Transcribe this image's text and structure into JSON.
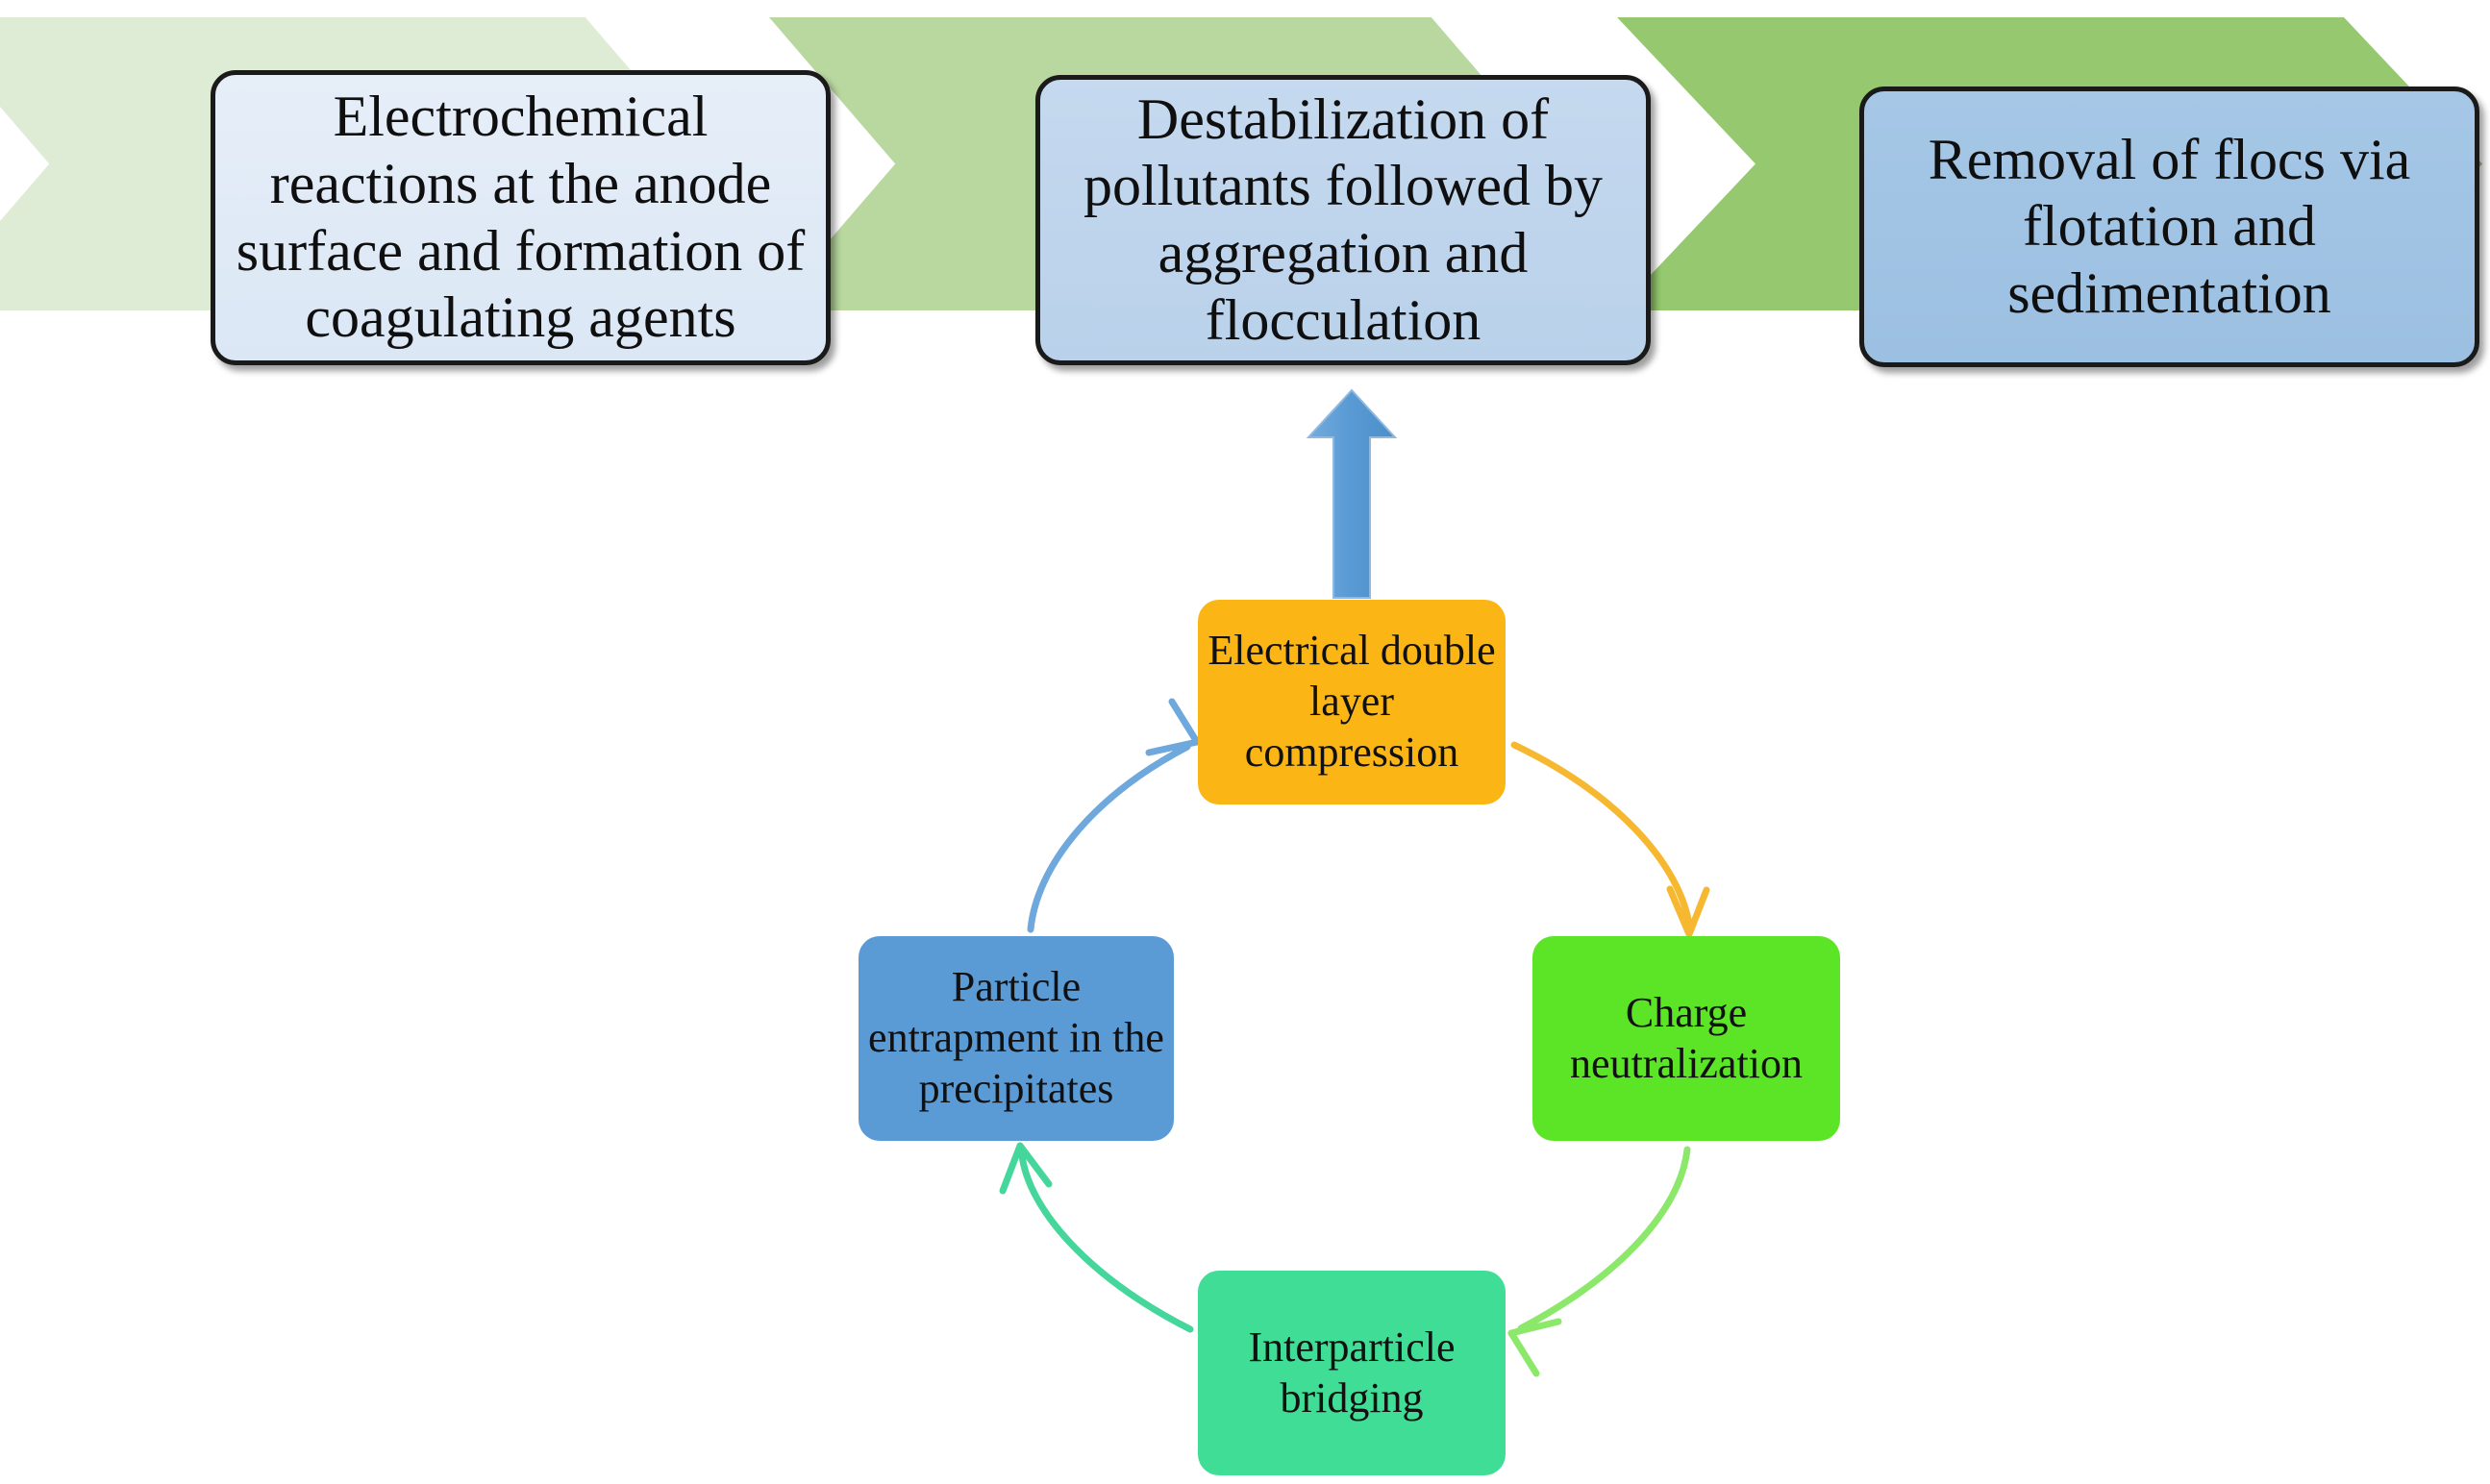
{
  "diagram": {
    "title_visible": false,
    "background_color": "#ffffff",
    "process_band": {
      "chevrons": [
        {
          "name": "chevron-stage-1",
          "color": "#dfecd5"
        },
        {
          "name": "chevron-stage-2",
          "color": "#b8d8a0"
        },
        {
          "name": "chevron-stage-3",
          "color": "#96c96f"
        }
      ],
      "stages": [
        {
          "id": "stage-1",
          "label": "Electrochemical reactions at the anode surface and formation of coagulating agents",
          "fill": "#e0eaf6",
          "border": "#1a1a1a"
        },
        {
          "id": "stage-2",
          "label": "Destabilization of pollutants followed by aggregation and flocculation",
          "fill": "#bfd5ed",
          "border": "#1a1a1a"
        },
        {
          "id": "stage-3",
          "label": "Removal of flocs via flotation and sedimentation",
          "fill": "#a2c3e4",
          "border": "#1a1a1a"
        }
      ]
    },
    "connector": {
      "name": "up-arrow",
      "direction": "up",
      "color": "#5B9BD5",
      "from": "destabilization-cycle",
      "to": "stage-2"
    },
    "cycle": {
      "direction": "clockwise",
      "nodes": [
        {
          "id": "electrical-double-layer-compression",
          "label": "Electrical double layer compression",
          "fill": "#FBB615",
          "position": "top"
        },
        {
          "id": "charge-neutralization",
          "label": "Charge neutralization",
          "fill": "#5BE526",
          "position": "right"
        },
        {
          "id": "interparticle-bridging",
          "label": "Interparticle bridging",
          "fill": "#3FDD95",
          "position": "bottom"
        },
        {
          "id": "particle-entrapment-in-the-precipitates",
          "label": "Particle entrapment in the precipitates",
          "fill": "#5B9BD5",
          "position": "left"
        }
      ],
      "arrows": [
        {
          "id": "arrow-edl-to-charge",
          "from": "electrical-double-layer-compression",
          "to": "charge-neutralization",
          "color": "#F6B830"
        },
        {
          "id": "arrow-charge-to-bridging",
          "from": "charge-neutralization",
          "to": "interparticle-bridging",
          "color": "#8CE86A"
        },
        {
          "id": "arrow-bridging-to-entrapment",
          "from": "interparticle-bridging",
          "to": "particle-entrapment-in-the-precipitates",
          "color": "#44D69A"
        },
        {
          "id": "arrow-entrapment-to-edl",
          "from": "particle-entrapment-in-the-precipitates",
          "to": "electrical-double-layer-compression",
          "color": "#6FA8DC"
        }
      ]
    }
  }
}
